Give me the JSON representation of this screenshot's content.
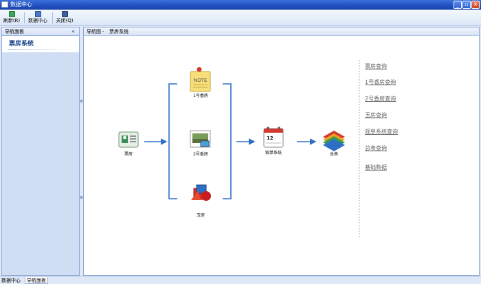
{
  "window": {
    "title": "数据中心"
  },
  "toolbar": {
    "refresh_label": "刷新(R)",
    "datacenter_label": "数据中心",
    "close_label": "关闭(Q)"
  },
  "nav_panel": {
    "title": "导航面板",
    "collapse_glyph": "«",
    "items": [
      {
        "label": "票房系统"
      }
    ]
  },
  "breadcrumb": {
    "root": "导航图",
    "separator": "-",
    "current": "票房系统"
  },
  "diagram": {
    "nodes": {
      "source": "票房",
      "hall1": "1号香房",
      "hall2": "2号香房",
      "hall3": "玉房",
      "order": "观单系统",
      "report": "总表"
    },
    "note_text": "NOTE",
    "calendar_day": "12"
  },
  "links": [
    "票房查询",
    "1号香房查询",
    "2号香房查询",
    "玉房查询",
    "观单系统查询",
    "总表查询",
    "基础数据"
  ],
  "statusbar": {
    "tabs": [
      "数据中心",
      "导航面板"
    ]
  },
  "colors": {
    "accent": "#1f4fbf",
    "arrow": "#2e6fc6",
    "link": "#666666"
  }
}
